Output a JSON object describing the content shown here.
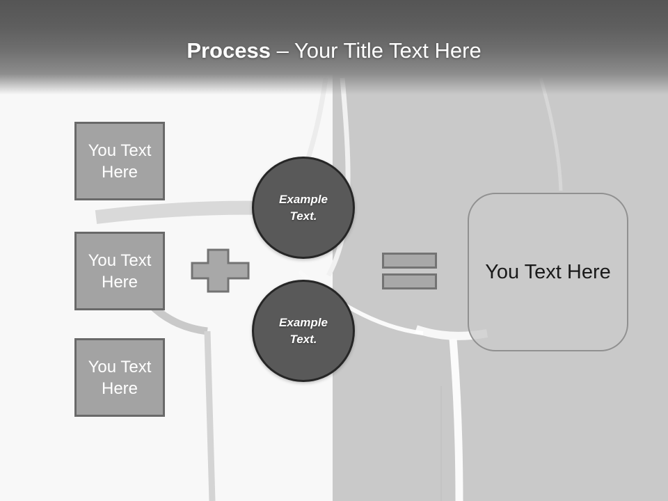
{
  "title": {
    "emphasis": "Process",
    "rest": "– Your Title Text Here"
  },
  "left_boxes": [
    {
      "label": "You Text Here"
    },
    {
      "label": "You Text Here"
    },
    {
      "label": "You Text Here"
    }
  ],
  "operators": {
    "plus_icon": "plus-shape",
    "equals_icon": "equals-shape"
  },
  "example_circles": [
    {
      "label": "Example Text."
    },
    {
      "label": "Example Text."
    }
  ],
  "result_box": {
    "label": "You Text Here"
  },
  "background": {
    "description_icon": "wine-glasses-photo"
  },
  "colors": {
    "header_top": "#555555",
    "header_fade": "#8d8d8d",
    "bg_left": "#f8f8f8",
    "bg_right": "#c9c9c9",
    "box_fill": "#a3a3a3",
    "box_border": "#696969",
    "circle_fill": "#595959",
    "circle_border": "#262626",
    "operator_fill": "#a8a8a8",
    "operator_border": "#737373",
    "result_fill": "#cacaca",
    "result_border": "#909090",
    "title_text": "#ffffff",
    "box_text": "#ffffff",
    "circle_text": "#ffffff",
    "result_text": "#1a1a1a"
  }
}
